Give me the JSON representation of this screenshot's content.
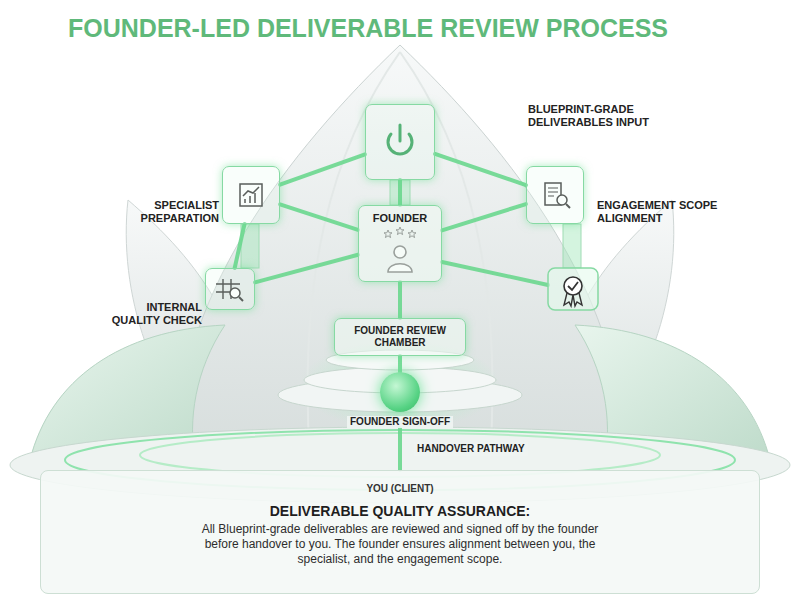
{
  "diagram": {
    "title": "FOUNDER-LED DELIVERABLE REVIEW PROCESS",
    "nodes": [
      {
        "text": [
          "BLUEPRINT-GRADE DELIVERABLES INPUT"
        ]
      },
      {
        "text": [
          "SPECIALIST PREPARATION"
        ]
      },
      {
        "text": [
          "ENGAGEMENT SCOPE ALIGNMENT"
        ]
      },
      {
        "text": [
          "FOUNDER"
        ]
      },
      {
        "text": [
          "INTERNAL QUALITY CHECK"
        ]
      },
      {
        "text": [
          "FOUNDER REVIEW CHAMBER"
        ]
      },
      {
        "text": [
          "FOUNDER SIGN-OFF"
        ]
      },
      {
        "text": [
          "YOU (CLIENT)",
          "DELIVERABLE QUALITY ASSURANCE:",
          "All Blueprint-grade deliverables are reviewed and signed off by the founder before handover to you. The founder ensures alignment between you, the specialist, and the engagement scope."
        ]
      }
    ],
    "edges": [
      {
        "from": 0,
        "to": 3,
        "arrow": "none"
      },
      {
        "from": 0,
        "to": 1,
        "arrow": "none"
      },
      {
        "from": 0,
        "to": 2,
        "arrow": "none"
      },
      {
        "from": 1,
        "to": 3,
        "arrow": "none"
      },
      {
        "from": 3,
        "to": 2,
        "arrow": "none"
      },
      {
        "from": 1,
        "to": 4,
        "arrow": "none"
      },
      {
        "from": 4,
        "to": 3,
        "arrow": "none"
      },
      {
        "from": 3,
        "to": 5,
        "arrow": "none"
      },
      {
        "from": 5,
        "to": 6,
        "arrow": "none"
      },
      {
        "from": 6,
        "to": 7,
        "label": "HANDOVER PATHWAY",
        "arrow": "none"
      }
    ]
  }
}
